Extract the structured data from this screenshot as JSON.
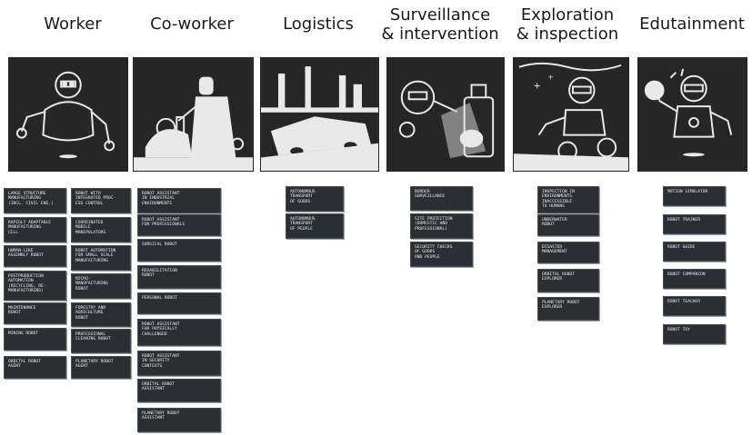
{
  "columns": [
    {
      "heading": "Worker",
      "panel_icon": "humanoid-robot-icon",
      "cards_left": [
        "Large structure\nmanufacturing\n(incl. civil eng.)",
        "Rapidly adaptable\nmanufacturing\ncell",
        "Human-like\nassembly robot",
        "Postproduction\nautomation\n(recycling, re-\nmanufacturing)",
        "Maintenance\nrobot",
        "Mining robot",
        "Orbital robot\nagent"
      ],
      "cards_right": [
        "Robot with\nintegrated proc-\ness control",
        "Coordinated\nmobile\nmanipulators",
        "Robot automation\nfor small scale\nmanufacturing",
        "Micro-\nmanufacturing\nrobot",
        "Forestry and\nagriculture\nrobot",
        "Professional\ncleaning robot",
        "Planetary robot\nagent"
      ]
    },
    {
      "heading": "Co-worker",
      "panel_icon": "lab-coworker-robot-icon",
      "cards": [
        "Robot assistant\nin industrial\nenvironments",
        "Robot assistant\nfor professionals",
        "Surgical robot",
        "Rehabilitation\nrobot",
        "Personal robot",
        "Robot assistant\nfor physically\nchallenged",
        "Robot assistant\nin security\ncontexts",
        "Orbital robot\nassistant",
        "Planetary robot\nassistant"
      ]
    },
    {
      "heading": "Logistics",
      "panel_icon": "autonomous-vehicle-city-icon",
      "cards": [
        "Autonomous\ntransport\nof goods",
        "Autonomous\ntransport\nof people"
      ]
    },
    {
      "heading": "Surveillance\n& intervention",
      "panel_icon": "security-scanner-robot-icon",
      "cards": [
        "Border\nsurveillance",
        "Site protection\n(domestic and\nprofessional)",
        "Security checks\nof goods\nand people"
      ]
    },
    {
      "heading": "Exploration\n& inspection",
      "panel_icon": "explorer-rover-robot-icon",
      "cards": [
        "Inspection in\nenvironments\ninaccessible\nto humans",
        "Underwater\nrobot",
        "Disaster\nmanagement",
        "Orbital robot\nexplorer",
        "Planetary robot\nexplorer"
      ]
    },
    {
      "heading": "Edutainment",
      "panel_icon": "entertainer-robot-icon",
      "cards": [
        "Motion simulator",
        "Robot trainer",
        "Robot guide",
        "Robot companion",
        "Robot teacher",
        "Robot toy"
      ]
    }
  ]
}
